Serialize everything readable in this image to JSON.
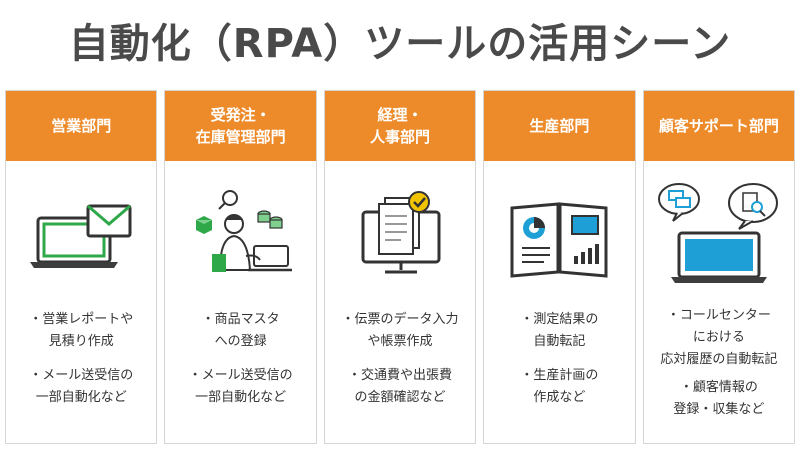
{
  "title": "自動化（RPA）ツールの活用シーン",
  "colors": {
    "accent": "#ed8b2b",
    "green": "#2fa84a",
    "dark": "#3d3d3d"
  },
  "columns": [
    {
      "header": [
        "営業部門"
      ],
      "icon": "laptop-mail-icon",
      "items": [
        [
          "・営業レポートや",
          "見積り作成"
        ],
        [
          "・メール送受信の",
          "一部自動化など"
        ]
      ]
    },
    {
      "header": [
        "受発注・",
        "在庫管理部門"
      ],
      "icon": "office-worker-icon",
      "items": [
        [
          "・商品マスタ",
          "への登録"
        ],
        [
          "・メール送受信の",
          "一部自動化など"
        ]
      ]
    },
    {
      "header": [
        "経理・",
        "人事部門"
      ],
      "icon": "monitor-document-check-icon",
      "items": [
        [
          "・伝票のデータ入力",
          "や帳票作成"
        ],
        [
          "・交通費や出張費",
          "の金額確認など"
        ]
      ]
    },
    {
      "header": [
        "生産部門"
      ],
      "icon": "open-report-book-icon",
      "items": [
        [
          "・測定結果の",
          "自動転記"
        ],
        [
          "・生産計画の",
          "作成など"
        ]
      ]
    },
    {
      "header": [
        "顧客サポート部門"
      ],
      "icon": "laptop-speech-bubbles-icon",
      "items": [
        [
          "・コールセンター",
          "における",
          "応対履歴の自動転記"
        ],
        [
          "・顧客情報の",
          "登録・収集など"
        ]
      ]
    }
  ]
}
